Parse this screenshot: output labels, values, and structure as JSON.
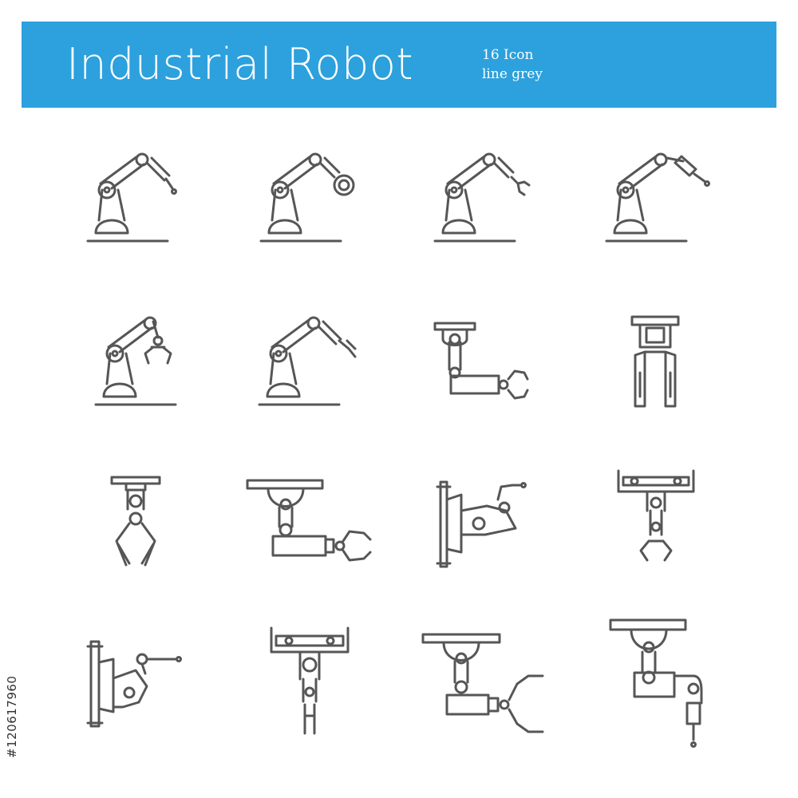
{
  "header": {
    "title": "Industrial Robot",
    "count_label": "16 Icon",
    "style_label": "line grey",
    "banner_color": "#2ca1dd"
  },
  "icon_color": "#565656",
  "icons": [
    {
      "name": "robot-arm-drill-icon"
    },
    {
      "name": "robot-arm-saw-icon"
    },
    {
      "name": "robot-arm-gripper-icon"
    },
    {
      "name": "robot-arm-screwdriver-icon"
    },
    {
      "name": "robot-arm-claw-icon"
    },
    {
      "name": "robot-arm-pincer-icon"
    },
    {
      "name": "ceiling-robot-gripper-icon"
    },
    {
      "name": "parallel-gripper-icon"
    },
    {
      "name": "ceiling-claw-icon"
    },
    {
      "name": "ceiling-arm-gripper-icon"
    },
    {
      "name": "wall-mounted-drill-arm-icon"
    },
    {
      "name": "gantry-claw-icon"
    },
    {
      "name": "wall-mounted-drill-robot-icon"
    },
    {
      "name": "gantry-fork-gripper-icon"
    },
    {
      "name": "ceiling-large-gripper-icon"
    },
    {
      "name": "ceiling-arm-drill-icon"
    }
  ],
  "stock_id": "#120617960"
}
